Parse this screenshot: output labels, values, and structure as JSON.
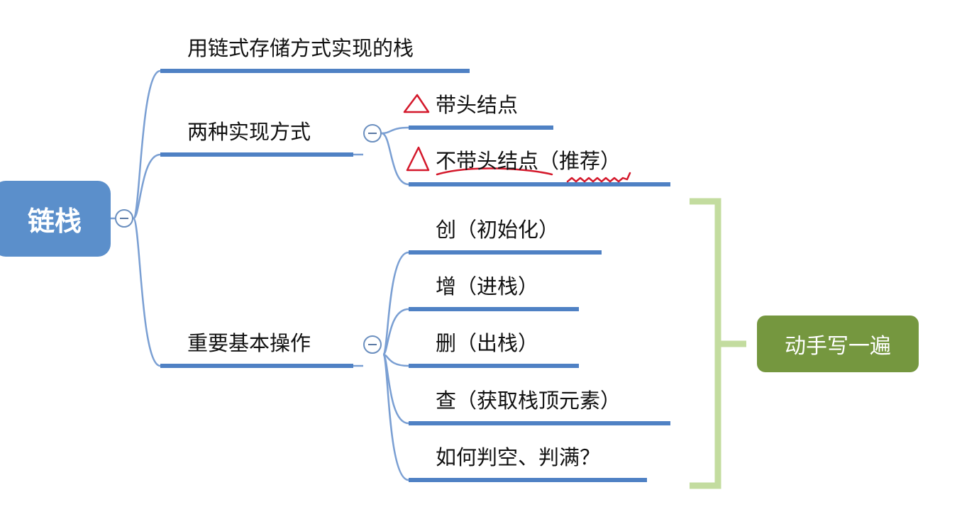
{
  "root": {
    "label": "链栈"
  },
  "branches": [
    {
      "label": "用链式存储方式实现的栈"
    },
    {
      "label": "两种实现方式",
      "children": [
        {
          "label": "带头结点"
        },
        {
          "label": "不带头结点",
          "suffix": "（推荐）"
        }
      ]
    },
    {
      "label": "重要基本操作",
      "children": [
        {
          "label": "创（初始化）"
        },
        {
          "label": "增（进栈）"
        },
        {
          "label": "删（出栈）"
        },
        {
          "label": "查（获取栈顶元素）"
        },
        {
          "label": "如何判空、判满？"
        }
      ]
    }
  ],
  "callout": {
    "label": "动手写一遍"
  },
  "colors": {
    "node_line": "#4f81c4",
    "connector": "#7a9fd3",
    "root_fill": "#5b8fcb",
    "callout_fill": "#75973f",
    "bracket": "#c3dc9f",
    "annotation_red": "#d4182b"
  },
  "icons": [
    "collapse-minus-icon",
    "triangle-annotation-icon"
  ]
}
